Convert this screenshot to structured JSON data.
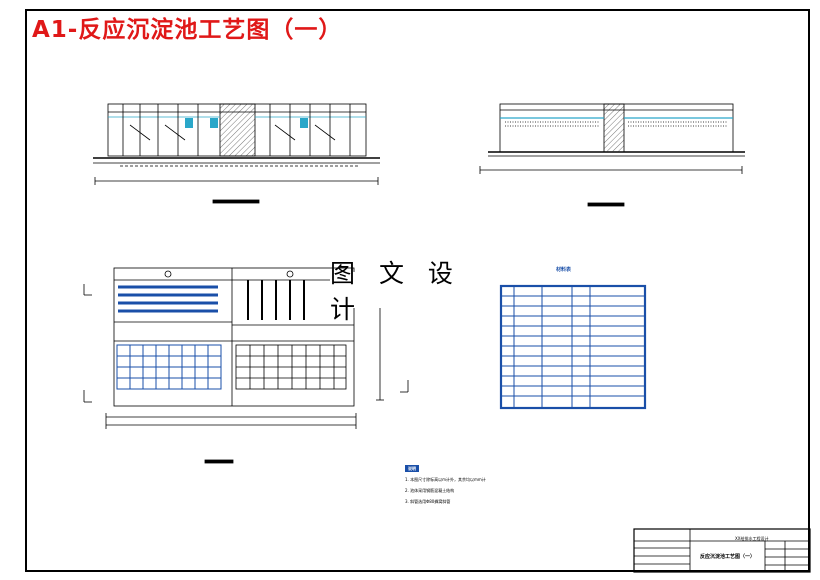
{
  "page": {
    "title": "A1-反应沉淀池工艺图（一）"
  },
  "watermark": "图 文 设 计",
  "schedule": {
    "title": "材料表"
  },
  "notes": {
    "title": "说明",
    "items": [
      "1. 本图尺寸除标高以m计外，其余均以mm计",
      "2. 池体采用钢筋混凝土结构",
      "3. 斜管选用Φ80蜂窝斜管"
    ]
  },
  "title_block": {
    "project": "XX给排水工程设计",
    "drawing": "反应沉淀池工艺图（一）"
  },
  "colors": {
    "title": "#e01818",
    "accent": "#1a4fa8",
    "hatch": "#666666",
    "cyan": "#2aa7c9"
  },
  "icons": [
    "section-view",
    "plan-view",
    "material-table"
  ]
}
